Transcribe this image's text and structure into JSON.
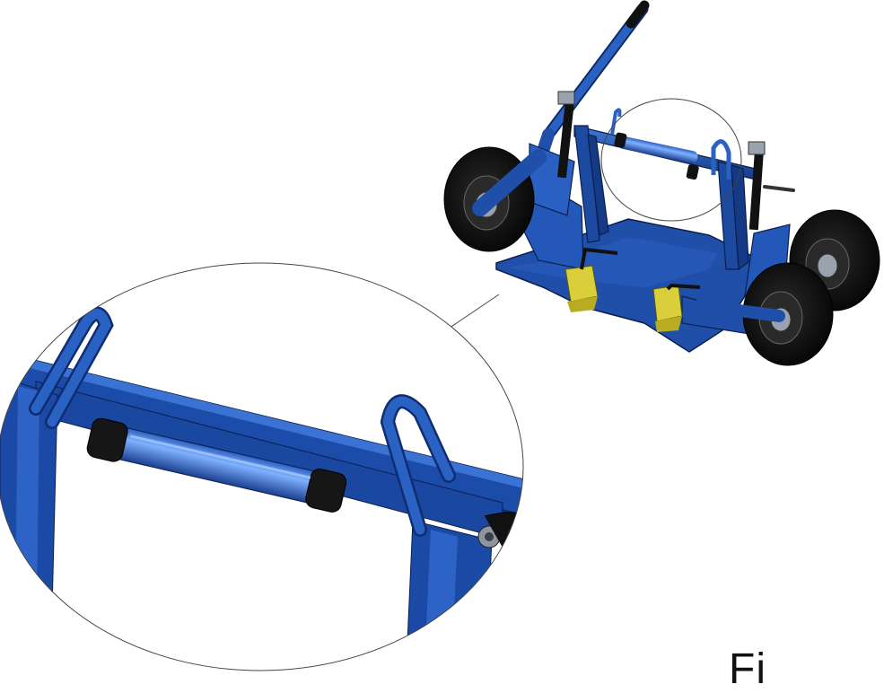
{
  "figure": {
    "caption_visible": "Fi",
    "colors": {
      "frame": "#1f4fa8",
      "frame_dark": "#0f2a66",
      "frame_light": "#4a86de",
      "tire": "#121212",
      "hub": "#9aa3ad",
      "jack_yellow": "#d8cf3a",
      "outline": "#222222"
    },
    "parts": [
      "handle",
      "main-frame",
      "base-plate",
      "wheel-left",
      "wheel-right-front",
      "wheel-right-rear",
      "jack-left",
      "jack-right",
      "spring-lever-left",
      "spring-lever-right",
      "roller-bar",
      "hook-loop",
      "detail-callout"
    ]
  }
}
